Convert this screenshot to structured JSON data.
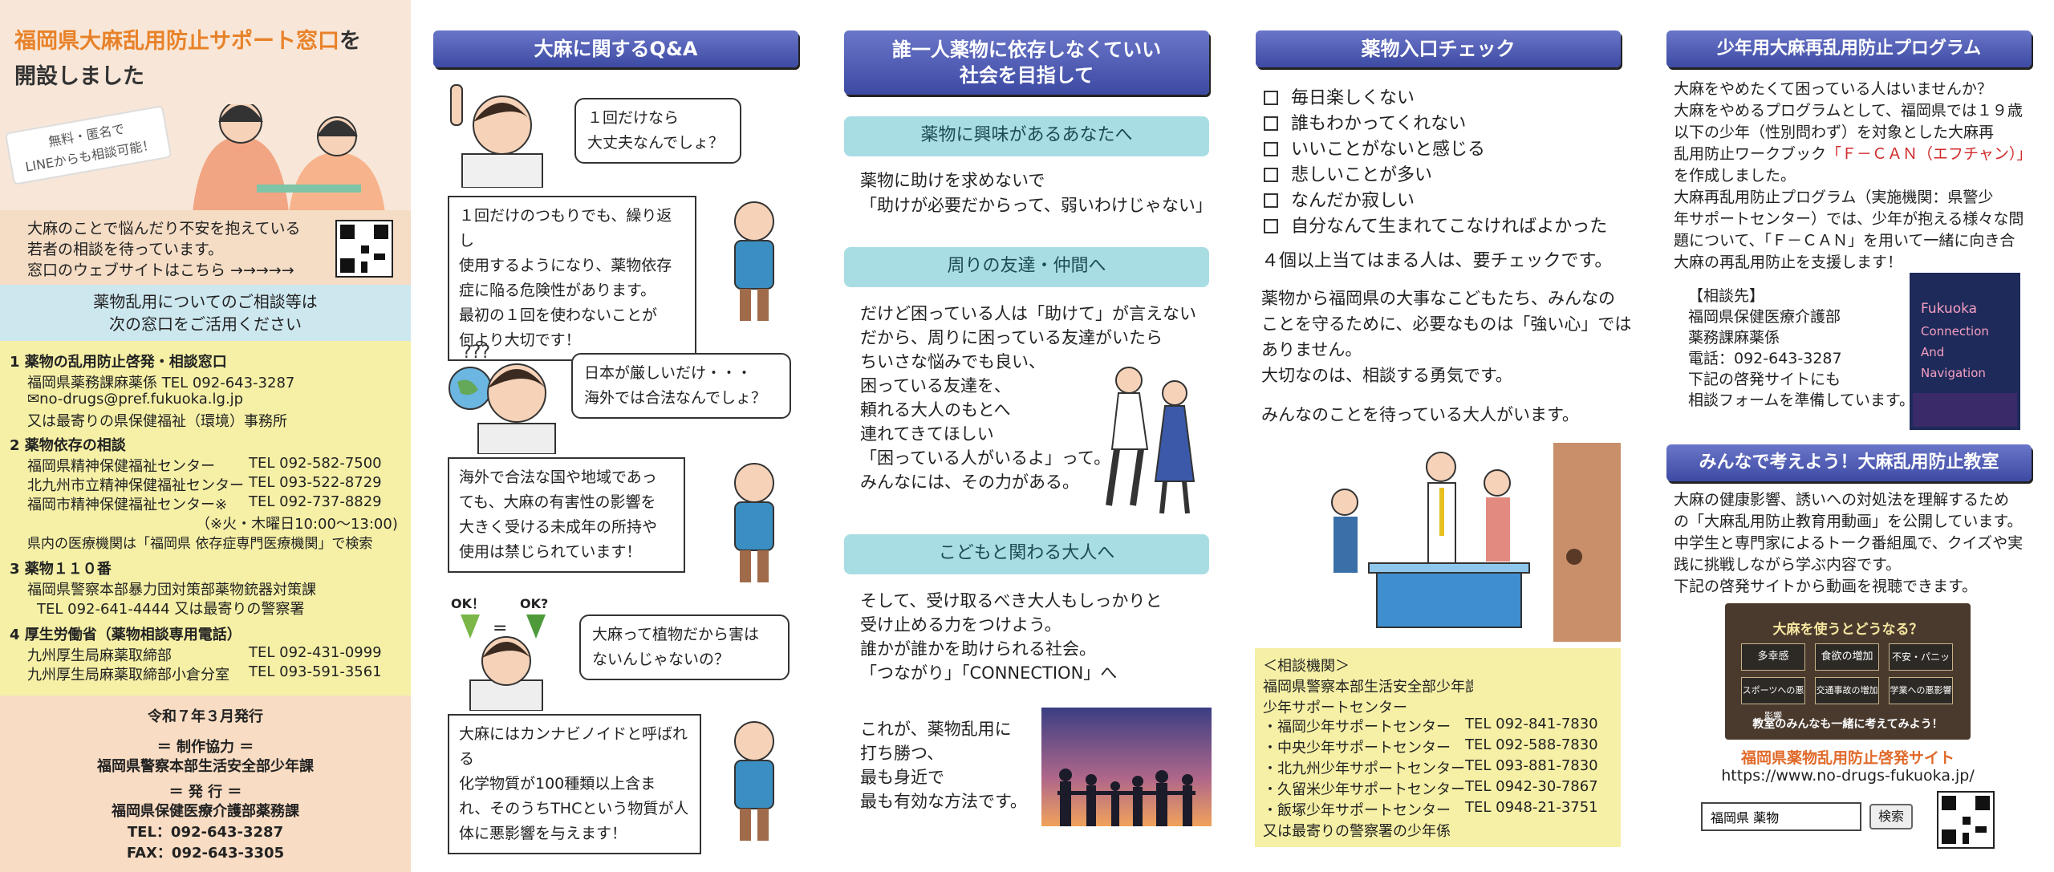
{
  "col1": {
    "title_orange": "福岡県大麻乱用防止サポート窓口",
    "title_rest_1": "を",
    "title_rest_2": "開設しました",
    "pill_line1": "無料・匿名で",
    "pill_line2": "LINEからも相談可能！",
    "intro_lines": [
      "大麻のことで悩んだり不安を抱えている",
      "若者の相談を待っています。",
      "窓口のウェブサイトはこちら →→→→→"
    ],
    "notice_lines": [
      "薬物乱用についてのご相談等は",
      "次の窓口をご活用ください"
    ],
    "s1_head": "1 薬物の乱用防止啓発・相談窓口",
    "s1_l1": "福岡県薬務課麻薬係 TEL 092-643-3287",
    "s1_l2": "no-drugs@pref.fukuoka.lg.jp",
    "s1_l3": "又は最寄りの県保健福祉（環境）事務所",
    "s2_head": "2 薬物依存の相談",
    "s2_r1_name": "福岡県精神保健福祉センター",
    "s2_r1_tel": "TEL 092-582-7500",
    "s2_r2_name": "北九州市立精神保健福祉センター",
    "s2_r2_tel": "TEL 093-522-8729",
    "s2_r3_name": "福岡市精神保健福祉センター※",
    "s2_r3_tel": "TEL 092-737-8829",
    "s2_note": "（※火・木曜日10:00～13:00)",
    "s2_l5": "県内の医療機関は「福岡県 依存症専門医療機関」で検索",
    "s3_head": "3 薬物１１０番",
    "s3_l1": "福岡県警察本部暴力団対策部薬物銃器対策課",
    "s3_l2": "TEL 092-641-4444 又は最寄りの警察署",
    "s4_head": "4 厚生労働省（薬物相談専用電話）",
    "s4_r1_name": "九州厚生局麻薬取締部",
    "s4_r1_tel": "TEL 092-431-0999",
    "s4_r2_name": "九州厚生局麻薬取締部小倉分室",
    "s4_r2_tel": "TEL 093-591-3561",
    "footer": [
      "令和７年３月発行",
      "＝ 制作協力 ＝",
      "福岡県警察本部生活安全部少年課",
      "＝ 発 行 ＝",
      "福岡県保健医療介護部薬務課",
      "TEL：092-643-3287",
      "FAX：092-643-3305"
    ]
  },
  "col2": {
    "header": "大麻に関するQ&A",
    "q1": [
      "１回だけなら",
      "大丈夫なんでしょ？"
    ],
    "a1": [
      "１回だけのつもりでも、繰り返し",
      "使用するようになり、薬物依存",
      "症に陥る危険性があります。",
      "最初の１回を使わないことが",
      "何より大切です！"
    ],
    "q2": [
      "日本が厳しいだけ・・・",
      "海外では合法なんでしょ？"
    ],
    "a2": [
      "海外で合法な国や地域であっ",
      "ても、大麻の有害性の影響を",
      "大きく受ける未成年の所持や",
      "使用は禁じられています！"
    ],
    "q3": [
      "大麻って植物だから害は",
      "ないんじゃないの？"
    ],
    "a3": [
      "大麻にはカンナビノイドと呼ばれる",
      "化学物質が100種類以上含ま",
      "れ、そのうちTHCという物質が人",
      "体に悪影響を与えます！"
    ],
    "ok1": "OK！",
    "ok2": "OK?",
    "qmarks": "???"
  },
  "col3": {
    "header_l1": "誰一人薬物に依存しなくていい",
    "header_l2": "社会を目指して",
    "sub1": "薬物に興味があるあなたへ",
    "sub1_body": [
      "薬物に助けを求めないで",
      "「助けが必要だからって、弱いわけじゃない」"
    ],
    "sub2": "周りの友達・仲間へ",
    "sub2_body": [
      "だけど困っている人は「助けて」が言えない",
      "だから、周りに困っている友達がいたら",
      "ちいさな悩みでも良い、",
      "困っている友達を、",
      "頼れる大人のもとへ",
      "連れてきてほしい",
      "「困っている人がいるよ」って。",
      "みんなには、その力がある。"
    ],
    "sub3": "こどもと関わる大人へ",
    "sub3_body": [
      "そして、受け取るべき大人もしっかりと",
      "受け止める力をつけよう。",
      "誰かが誰かを助けられる社会。",
      "「つながり」「CONNECTION」へ"
    ],
    "closing": [
      "これが、薬物乱用に",
      "打ち勝つ、",
      "最も身近で",
      "最も有効な方法です。"
    ]
  },
  "col4": {
    "header": "薬物入口チェック",
    "checks": [
      "毎日楽しくない",
      "誰もわかってくれない",
      "いいことがないと感じる",
      "悲しいことが多い",
      "なんだか寂しい",
      "自分なんて生まれてこなければよかった"
    ],
    "check_note": "４個以上当てはまる人は、要チェックです。",
    "para1": [
      "薬物から福岡県の大事なこどもたち、みんなの",
      "ことを守るために、必要なものは「強い心」では",
      "ありません。",
      "大切なのは、相談する勇気です。"
    ],
    "para2": "みんなのことを待っている大人がいます。",
    "consult_head": "＜相談機関＞",
    "consult_l1": "福岡県警察本部生活安全部少年課",
    "consult_l2": "少年サポートセンター",
    "centers": [
      {
        "name": "・福岡少年サポートセンター",
        "tel": "TEL 092-841-7830"
      },
      {
        "name": "・中央少年サポートセンター",
        "tel": "TEL 092-588-7830"
      },
      {
        "name": "・北九州少年サポートセンター",
        "tel": "TEL 093-881-7830"
      },
      {
        "name": "・久留米少年サポートセンター",
        "tel": "TEL 0942-30-7867"
      },
      {
        "name": "・飯塚少年サポートセンター",
        "tel": "TEL 0948-21-3751"
      }
    ],
    "consult_last": "又は最寄りの警察署の少年係"
  },
  "col5": {
    "header1": "少年用大麻再乱用防止プログラム",
    "body1": [
      "大麻をやめたくて困っている人はいませんか？",
      "大麻をやめるプログラムとして、福岡県では１９歳",
      "以下の少年（性別問わず）を対象とした大麻再",
      "乱用防止ワークブック",
      "を作成しました。",
      "大麻再乱用防止プログラム（実施機関：県警少",
      "年サポートセンター）では、少年が抱える様々な問",
      "題について、",
      "大麻の再乱用防止を支援します！"
    ],
    "fcan_red": "「Ｆ－ＣＡＮ（エフチャン）」",
    "fcan_plain": "「Ｆ－ＣＡＮ」を用いて一緒に向き合",
    "contact_lines": [
      "【相談先】",
      "福岡県保健医療介護部",
      "薬務課麻薬係",
      "電話：092-643-3287",
      "下記の啓発サイトにも",
      "相談フォームを準備しています。"
    ],
    "book_lines": [
      "Fukuoka",
      "Connection",
      "And",
      "Navigation"
    ],
    "header2": "みんなで考えよう！大麻乱用防止教室",
    "body2": [
      "大麻の健康影響、誘いへの対処法を理解するため",
      "の「大麻乱用防止教育用動画」を公開しています。",
      "中学生と専門家によるトーク番組風で、クイズや実",
      "践に挑戦しながら学ぶ内容です。",
      "下記の啓発サイトから動画を視聴できます。"
    ],
    "video_title": "大麻を使うとどうなる？",
    "video_cells": [
      "多幸感",
      "食欲の増加",
      "不安・パニック",
      "スポーツへの悪影響",
      "交通事故の増加",
      "学業への悪影響"
    ],
    "video_caption": "教室のみんなも一緒に考えてみよう！",
    "site_name": "福岡県薬物乱用防止啓発サイト",
    "site_url": "https://www.no-drugs-fukuoka.jp/",
    "search_value": "福岡県 薬物",
    "search_button": "検索"
  }
}
